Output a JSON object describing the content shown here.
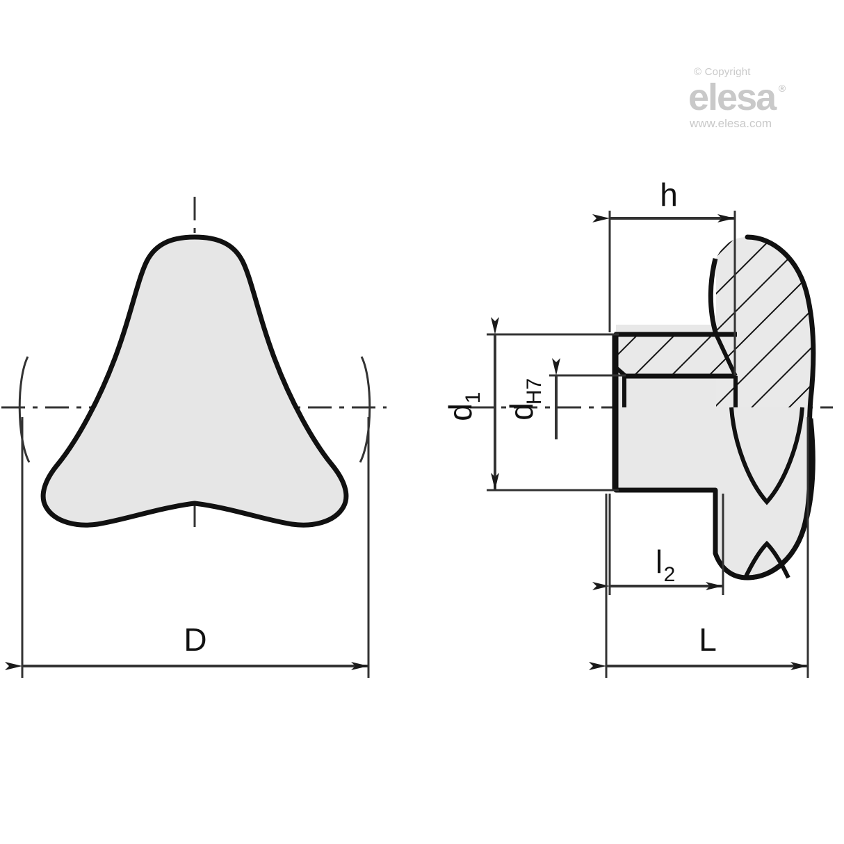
{
  "drawing": {
    "title": "Three-lobe knob technical drawing",
    "type": "engineering-drawing",
    "views": [
      {
        "name": "front-view",
        "label": "three-lobe knob front view"
      },
      {
        "name": "section-view",
        "label": "knob half section side view"
      }
    ],
    "colors": {
      "outline": "#111111",
      "fill": "#e6e6e6",
      "hatch": "#111111",
      "centerline": "#333333",
      "dimension": "#333333",
      "logo": "#c9c9c9",
      "background": "#ffffff"
    }
  },
  "dimensions": {
    "D": {
      "label": "D",
      "description": "overall knob diameter",
      "view": "front-view",
      "orientation": "horizontal"
    },
    "L": {
      "label": "L",
      "description": "overall length",
      "view": "section-view",
      "orientation": "horizontal"
    },
    "h": {
      "label": "h",
      "description": "boss height",
      "view": "section-view",
      "orientation": "horizontal"
    },
    "l2": {
      "label": "l",
      "subscript": "2",
      "description": "hub length",
      "view": "section-view",
      "orientation": "horizontal"
    },
    "d1": {
      "label": "d",
      "subscript": "1",
      "description": "hub diameter",
      "view": "section-view",
      "orientation": "vertical"
    },
    "dH7": {
      "label": "d",
      "subscript": "H7",
      "description": "bore diameter H7 tolerance",
      "view": "section-view",
      "orientation": "vertical"
    }
  },
  "logo": {
    "copyright": "© Copyright",
    "brand": "elesa",
    "registered": "®",
    "url": "www.elesa.com"
  }
}
